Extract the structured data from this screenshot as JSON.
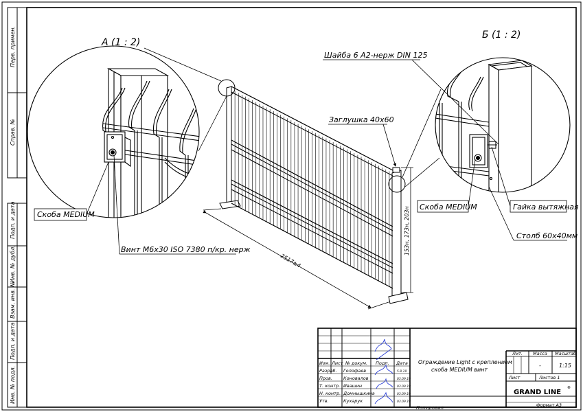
{
  "view_a": {
    "title": "А (1 : 2)"
  },
  "view_b": {
    "title": "Б (1 : 2)"
  },
  "callouts": {
    "washer": "Шайба 6 А2-нерж DIN 125",
    "cap": "Заглушка 40х60",
    "bracket_left": "Скоба MEDIUM",
    "bracket_right": "Скоба MEDIUM",
    "nut": "Гайка вытяжная",
    "post": "Столб 60х40мм",
    "screw": "Винт М6х30 ISO 7380 п/кр. нерж"
  },
  "dimensions": {
    "length": "2517±4",
    "heights": "153н, 173н, 203н"
  },
  "side_stamps": [
    "Перв. примен.",
    "Справ. №",
    "Подп. и дата",
    "Инв. № дубл.",
    "Взам. инв. №",
    "Подп. и дата",
    "Инв. № подл."
  ],
  "title_block": {
    "headers": {
      "izm": "Изм.",
      "list": "Лист",
      "doc": "№ докум.",
      "sign": "Подп.",
      "date": "Дата"
    },
    "rows": [
      {
        "role": "Разраб.",
        "name": "Голофаев",
        "date": "5.8.19"
      },
      {
        "role": "Пров.",
        "name": "Коновалов",
        "date": "03.09.19"
      },
      {
        "role": "Т. контр.",
        "name": "Ивашин",
        "date": "03.09.19"
      },
      {
        "role": "Н. контр.",
        "name": "Домнышкина",
        "date": "03.09.19"
      },
      {
        "role": "Утв.",
        "name": "Кухарук",
        "date": "03.09.19"
      }
    ],
    "drawing_title_1": "Ограждение Light с креплением",
    "drawing_title_2": "скоба MEDIUM винт",
    "lit_label": "Лит.",
    "mass_label": "Масса",
    "scale_label": "Масштаб",
    "mass_value": "-",
    "scale_value": "1:15",
    "sheet_label": "Лист",
    "sheets_label": "Листов 1",
    "logo": "GRAND LINE",
    "logo_mark": "®",
    "copied": "Копировал",
    "format": "Формат А3"
  }
}
